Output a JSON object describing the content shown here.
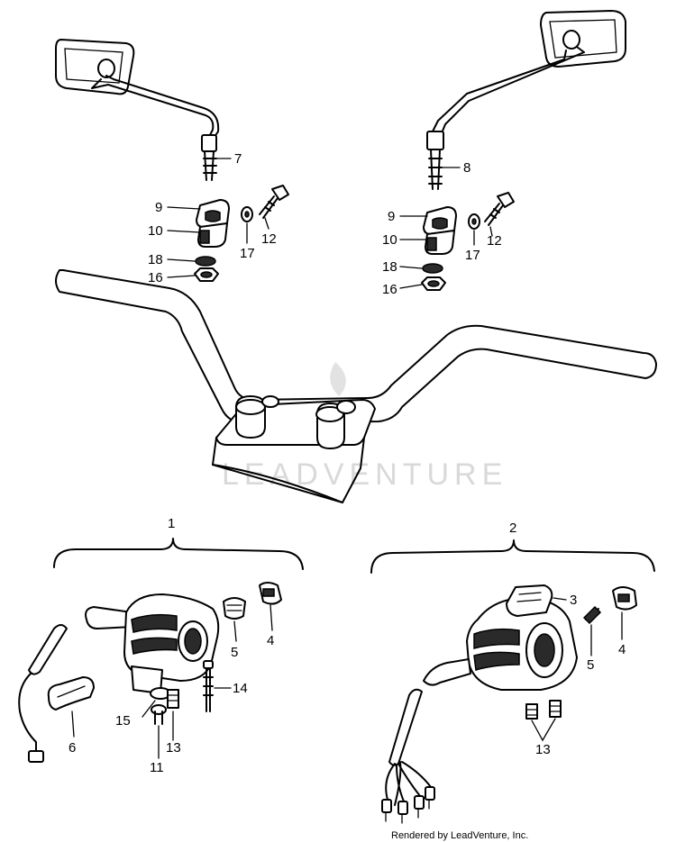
{
  "labels": {
    "mirror_left": "7",
    "mirror_right": "8",
    "holder_upper_left": "9",
    "holder_lower_left": "10",
    "washer_left": "17",
    "bolt_left": "12",
    "washer_small_left": "18",
    "nut_left": "16",
    "holder_upper_right": "9",
    "holder_lower_right": "10",
    "washer_right": "17",
    "bolt_right": "12",
    "washer_small_right": "18",
    "nut_right": "16",
    "group_left": "1",
    "group_right": "2",
    "left_knob": "5",
    "left_cap": "4",
    "left_cover": "6",
    "left_screw_long": "14",
    "left_plate": "15",
    "left_screw_short": "13",
    "left_screw_bottom": "11",
    "right_lever": "3",
    "right_cap": "4",
    "right_pin": "5",
    "right_screws": "13"
  },
  "watermark": "LEADVENTURE",
  "credit": "Rendered by LeadVenture, Inc.",
  "colors": {
    "line": "#000000",
    "background": "#ffffff",
    "watermark": "#d9d9d9"
  }
}
